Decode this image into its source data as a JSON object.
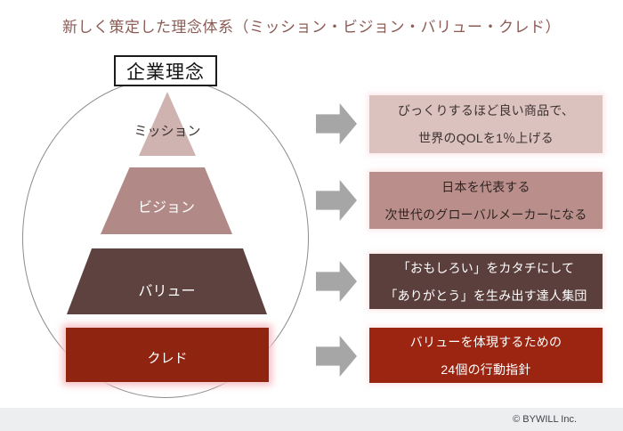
{
  "title": {
    "text": "新しく策定した理念体系（ミッション・ビジョン・バリュー・クレド）",
    "color": "#8c5b56"
  },
  "diagram": {
    "header_label": "企業理念",
    "circle_color": "#8c8c8c",
    "levels": [
      {
        "label": "ミッション",
        "shape_color": "#cfb3b0",
        "label_color": "#3b3231"
      },
      {
        "label": "ビジョン",
        "shape_color": "#b18a87",
        "label_color": "#ffffff"
      },
      {
        "label": "バリュー",
        "shape_color": "#5e423f",
        "label_color": "#ffffff"
      },
      {
        "label": "クレド",
        "shape_color": "#8f2410",
        "label_color": "#ffffff"
      }
    ]
  },
  "arrow": {
    "color": "#a6a6a6"
  },
  "callouts": [
    {
      "lines": [
        "びっくりするほど良い商品で、",
        "世界のQOLを1％上げる"
      ],
      "bg": "#dcc2bf",
      "text_color": "#3b3230"
    },
    {
      "lines": [
        "日本を代表する",
        "次世代のグローバルメーカーになる"
      ],
      "bg": "#ba8f8b",
      "text_color": "#2e2422"
    },
    {
      "lines": [
        "「おもしろい」をカタチにして",
        "「ありがとう」を生み出す達人集団"
      ],
      "bg": "#5a3f3c",
      "text_color": "#ffffff"
    },
    {
      "lines": [
        "バリューを体現するための",
        "24個の行動指針"
      ],
      "bg": "#9c2511",
      "text_color": "#ffffff"
    }
  ],
  "footer": {
    "copyright": "© BYWILL Inc.",
    "bg": "#eceef0",
    "text_color": "#404447"
  }
}
